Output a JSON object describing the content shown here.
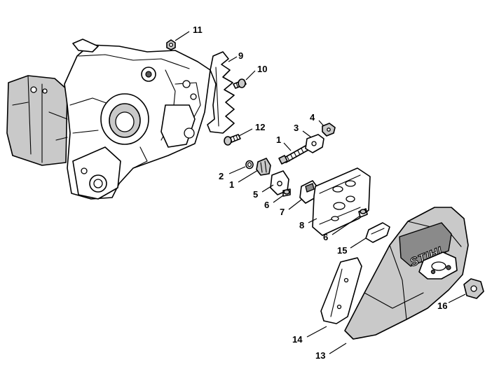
{
  "diagram": {
    "brand_text": "STIHL",
    "callouts": [
      {
        "id": "c11",
        "label": "11"
      },
      {
        "id": "c9",
        "label": "9"
      },
      {
        "id": "c10",
        "label": "10"
      },
      {
        "id": "c12",
        "label": "12"
      },
      {
        "id": "c4",
        "label": "4"
      },
      {
        "id": "c3",
        "label": "3"
      },
      {
        "id": "c1a",
        "label": "1"
      },
      {
        "id": "c2",
        "label": "2"
      },
      {
        "id": "c1b",
        "label": "1"
      },
      {
        "id": "c5",
        "label": "5"
      },
      {
        "id": "c6a",
        "label": "6"
      },
      {
        "id": "c7",
        "label": "7"
      },
      {
        "id": "c8",
        "label": "8"
      },
      {
        "id": "c6b",
        "label": "6"
      },
      {
        "id": "c15",
        "label": "15"
      },
      {
        "id": "c16",
        "label": "16"
      },
      {
        "id": "c14",
        "label": "14"
      },
      {
        "id": "c13",
        "label": "13"
      }
    ]
  }
}
